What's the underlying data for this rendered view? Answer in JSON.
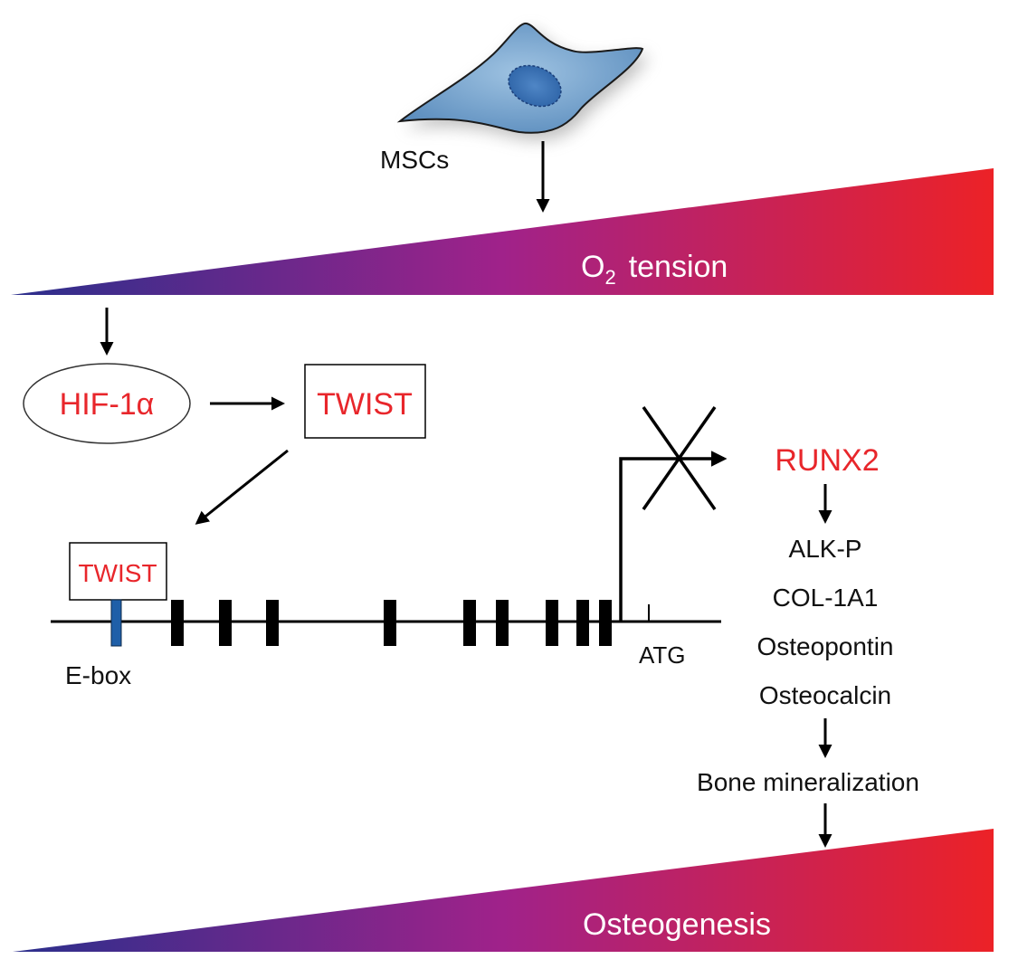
{
  "cell": {
    "label": "MSCs"
  },
  "oxygen_wedge": {
    "label_prefix": "O",
    "label_sub": "2",
    "label_suffix": "tension"
  },
  "hif": {
    "label": "HIF-1α"
  },
  "twist_box": {
    "label": "TWIST"
  },
  "promoter": {
    "twist_label": "TWIST",
    "ebox_label": "E-box",
    "atg_label": "ATG"
  },
  "runx2": {
    "label": "RUNX2"
  },
  "markers": [
    "ALK-P",
    "COL-1A1",
    "Osteopontin",
    "Osteocalcin"
  ],
  "bone": {
    "label": "Bone mineralization"
  },
  "osteo_wedge": {
    "label": "Osteogenesis"
  },
  "colors": {
    "gradient_start": "#2b2f8c",
    "gradient_mid": "#a0228a",
    "gradient_end": "#ec2227",
    "highlight_text": "#e8262b",
    "ebox": "#1f5fa8"
  }
}
